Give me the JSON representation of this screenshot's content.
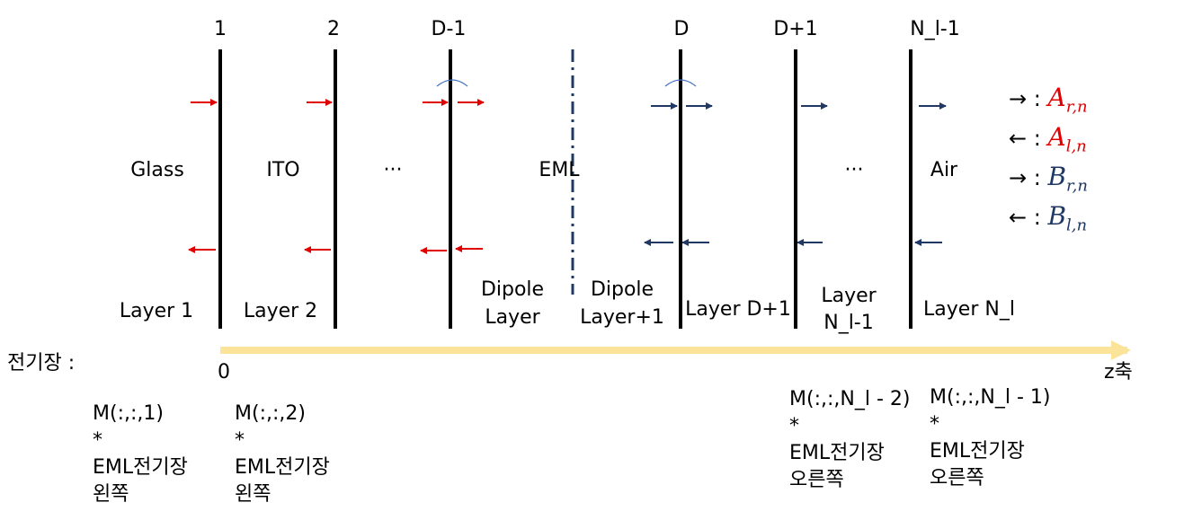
{
  "interfaces": [
    "1",
    "2",
    "D-1",
    "D",
    "D+1",
    "N_l-1"
  ],
  "regions": [
    "Glass",
    "ITO",
    "···",
    "EML",
    "···",
    "Air"
  ],
  "layers": [
    "Layer 1",
    "Layer 2",
    "Dipole\nLayer",
    "Dipole\nLayer+1",
    "Layer D+1",
    "Layer\nN_l-1",
    "Layer N_l"
  ],
  "legend": [
    {
      "arrow": "→ :",
      "symbol": "A",
      "sub": "r,n",
      "color": "#e00000"
    },
    {
      "arrow": "← :",
      "symbol": "A",
      "sub": "l,n",
      "color": "#e00000"
    },
    {
      "arrow": "→ :",
      "symbol": "B",
      "sub": "r,n",
      "color": "#1f3864"
    },
    {
      "arrow": "← :",
      "symbol": "B",
      "sub": "l,n",
      "color": "#1f3864"
    }
  ],
  "field_label": "전기장 :",
  "axis_origin": "0",
  "axis_label": "z축",
  "matrix_notes": [
    "M(:,:,1)\n*\nEML전기장\n왼쪽",
    "M(:,:,2)\n*\nEML전기장\n왼쪽",
    "M(:,:,N_l - 2)\n*\nEML전기장\n오른쪽",
    "M(:,:,N_l - 1)\n*\nEML전기장\n오른쪽"
  ],
  "colors": {
    "red_arrow": "#e00000",
    "blue_arrow": "#1f3864",
    "axis": "#fbe49a",
    "dash": "#1f3864"
  }
}
